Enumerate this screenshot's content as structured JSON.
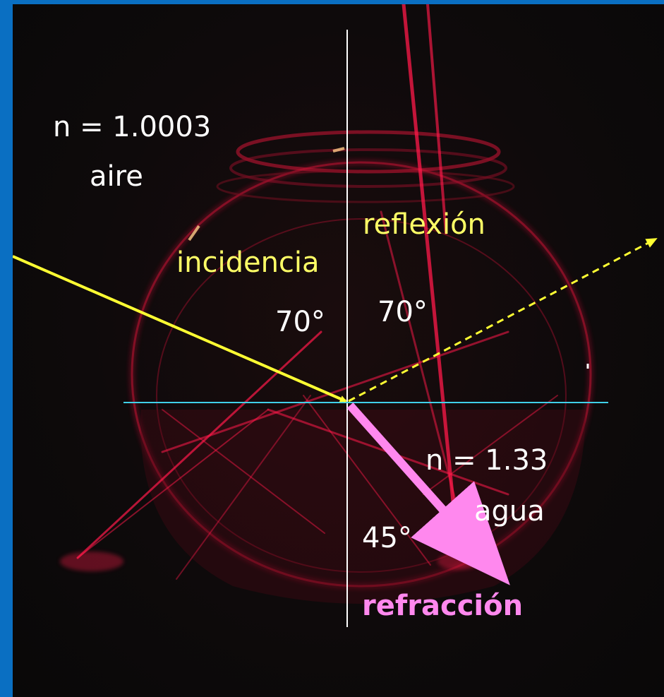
{
  "diagram": {
    "air": {
      "index_label": "n = 1.0003",
      "medium_label": "aire"
    },
    "water": {
      "index_label": "n = 1.33",
      "medium_label": "agua"
    },
    "rays": {
      "incident_label": "incidencia",
      "reflected_label": "reflexión",
      "refracted_label": "refracción"
    },
    "angles": {
      "incidence": "70°",
      "reflection": "70°",
      "refraction": "45°"
    },
    "colors": {
      "frame": "#0a6fc2",
      "photo_background": "#0e0a0b",
      "glass_glow": "#e0153a",
      "normal_line": "#ffffff",
      "interface_line": "#40d0e8",
      "incident_ray": "#ffff33",
      "reflected_ray": "#ffff33",
      "refracted_ray": "#ff88ee",
      "label_white": "#ffffff",
      "label_yellow": "#ffff66",
      "label_pink": "#ff88ee"
    }
  }
}
